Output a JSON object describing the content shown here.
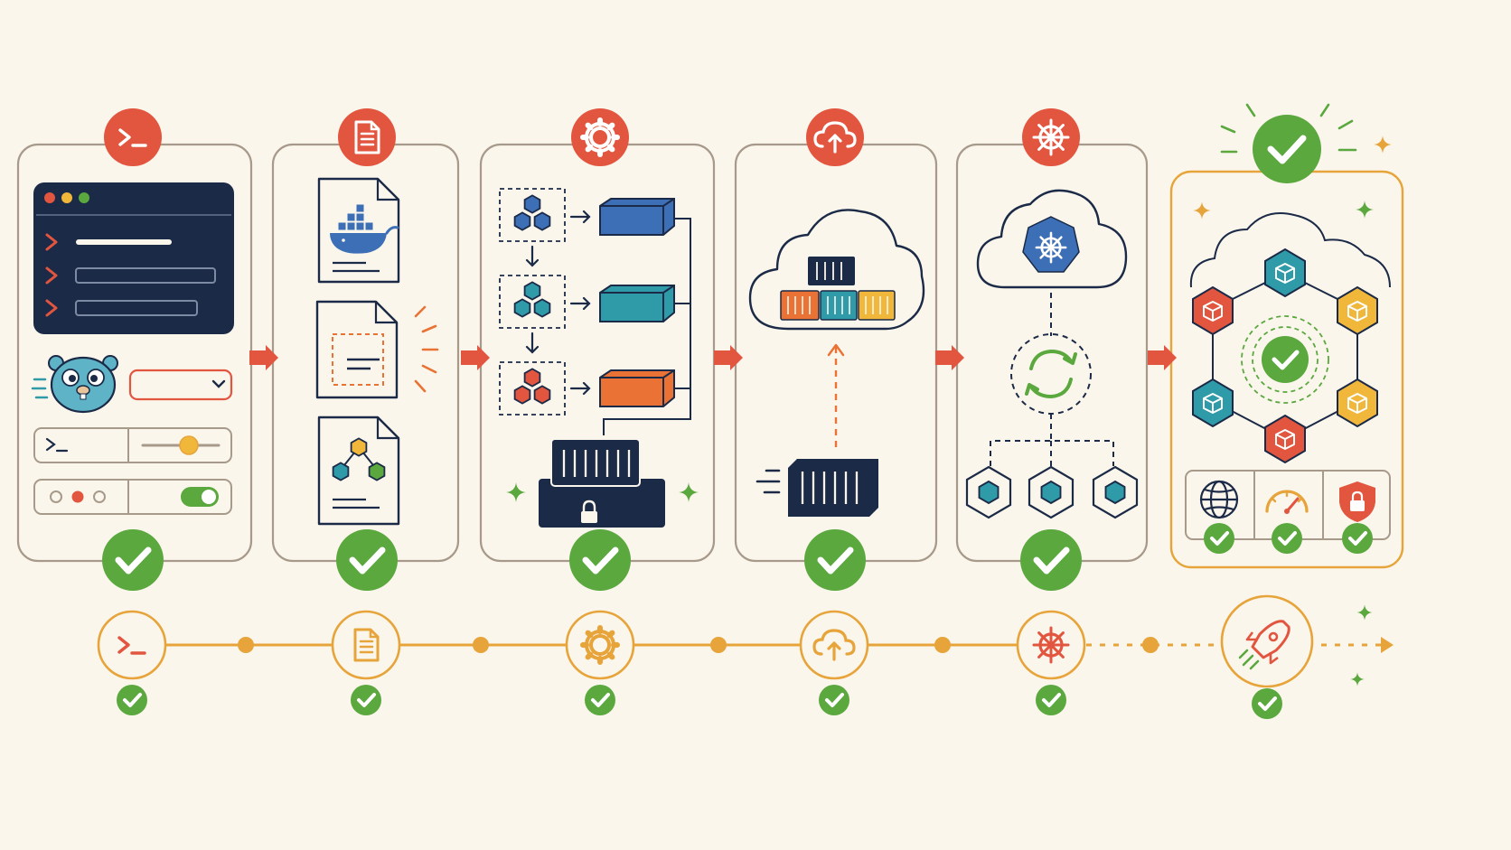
{
  "diagram": {
    "theme": {
      "background": "#fbf6ec",
      "card_border": "#a79a8a",
      "final_border": "#e6a43a",
      "accent_red": "#e2553f",
      "success_green": "#5aa83e",
      "timeline_orange": "#e6a43a",
      "navy": "#1b2a47",
      "blue": "#3d6fb6",
      "teal": "#2f9aa8",
      "orange": "#e97234",
      "yellow": "#f0b73b"
    },
    "stages": [
      {
        "id": "develop",
        "icon": "terminal-icon",
        "status": "complete"
      },
      {
        "id": "dockerfile",
        "icon": "document-icon",
        "status": "complete"
      },
      {
        "id": "build",
        "icon": "gear-icon",
        "status": "complete"
      },
      {
        "id": "push",
        "icon": "cloud-upload-icon",
        "status": "complete"
      },
      {
        "id": "orchestrate",
        "icon": "helm-wheel-icon",
        "status": "complete"
      },
      {
        "id": "production",
        "icon": "check-icon",
        "status": "complete",
        "highlighted": true
      }
    ],
    "timeline": {
      "nodes": [
        "terminal-icon",
        "document-icon",
        "gear-icon",
        "cloud-upload-icon",
        "helm-wheel-icon",
        "rocket-icon"
      ],
      "all_complete": true
    },
    "production_checks": [
      "globe-icon",
      "speedometer-icon",
      "shield-lock-icon"
    ]
  }
}
